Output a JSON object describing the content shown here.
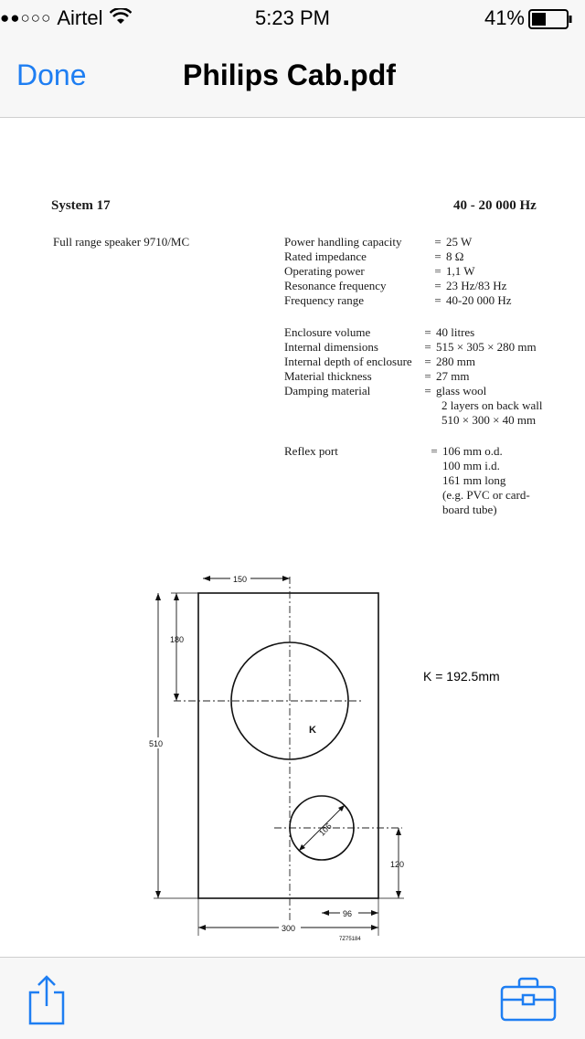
{
  "status_bar": {
    "signal": "●●○○○",
    "carrier": "Airtel",
    "time": "5:23 PM",
    "battery_percent": "41%",
    "battery_level": 0.41,
    "icons": [
      "wifi-icon",
      "battery-icon"
    ]
  },
  "nav": {
    "done_label": "Done",
    "title": "Philips Cab.pdf"
  },
  "document": {
    "system_title": "System 17",
    "frequency_range": "40 - 20 000 Hz",
    "speaker": "Full range speaker 9710/MC",
    "specs_driver": [
      {
        "label": "Power handling capacity",
        "value": "25 W"
      },
      {
        "label": "Rated impedance",
        "value": "8 Ω"
      },
      {
        "label": "Operating power",
        "value": "1,1 W"
      },
      {
        "label": "Resonance frequency",
        "value": "23 Hz/83 Hz"
      },
      {
        "label": "Frequency range",
        "value": "40-20 000 Hz"
      }
    ],
    "specs_enclosure": [
      {
        "label": "Enclosure volume",
        "value": "40 litres"
      },
      {
        "label": "Internal dimensions",
        "value": "515 × 305 × 280 mm"
      },
      {
        "label": "Internal depth of enclosure",
        "value": "280 mm"
      },
      {
        "label": "Material thickness",
        "value": "27 mm"
      },
      {
        "label": "Damping material",
        "value": "glass wool"
      }
    ],
    "damping_extra": [
      "2 layers on back wall",
      "510 × 300 × 40 mm"
    ],
    "reflex_label": "Reflex port",
    "reflex_values": [
      "106 mm o.d.",
      "100 mm i.d.",
      "161 mm long",
      "(e.g. PVC or card-",
      "board tube)"
    ],
    "drawing": {
      "dim_150": "150",
      "dim_180": "180",
      "dim_510": "510",
      "dim_120": "120",
      "dim_96": "96",
      "dim_300": "300",
      "dim_106": "106",
      "label_k": "K",
      "code": "7Z75184"
    },
    "note": "K = 192.5mm"
  },
  "toolbar": {
    "icons": [
      "share-icon",
      "toolbox-icon"
    ]
  }
}
